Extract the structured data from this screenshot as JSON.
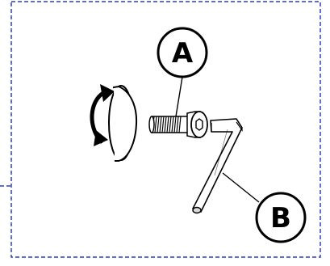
{
  "colors": {
    "frame": "#2b3fc4",
    "line": "#000000",
    "background": "#ffffff",
    "shade": "#d8d8d8"
  },
  "callouts": [
    {
      "id": "A",
      "label": "A",
      "part": "screw"
    },
    {
      "id": "B",
      "label": "B",
      "part": "hex-key"
    }
  ],
  "icons": [
    "rotation-arrow-icon",
    "washer-disc",
    "hex-socket-screw",
    "hex-key-wrench"
  ]
}
